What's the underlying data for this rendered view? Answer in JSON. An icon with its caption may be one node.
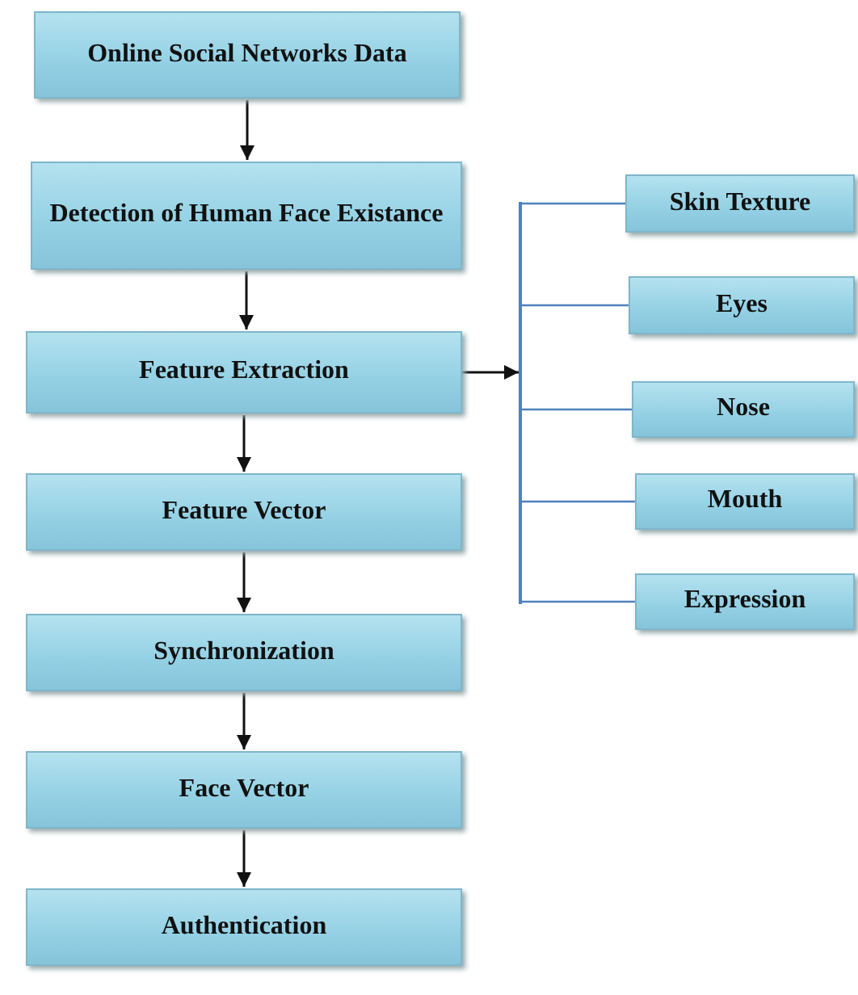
{
  "diagram": {
    "nodes": [
      {
        "text": [
          "Online Social Networks Data"
        ]
      },
      {
        "text": [
          "Detection of Human Face Existance"
        ]
      },
      {
        "text": [
          "Feature Extraction"
        ]
      },
      {
        "text": [
          "Feature Vector"
        ]
      },
      {
        "text": [
          "Synchronization"
        ]
      },
      {
        "text": [
          "Face Vector"
        ]
      },
      {
        "text": [
          "Authentication"
        ]
      },
      {
        "text": [
          "Skin Texture"
        ]
      },
      {
        "text": [
          "Eyes"
        ]
      },
      {
        "text": [
          "Nose"
        ]
      },
      {
        "text": [
          "Mouth"
        ]
      },
      {
        "text": [
          "Expression"
        ]
      },
      {
        "text": [],
        "shape": "bar"
      }
    ],
    "edges": [
      {
        "from": 0,
        "to": 1,
        "arrow": "to"
      },
      {
        "from": 1,
        "to": 2,
        "arrow": "to"
      },
      {
        "from": 2,
        "to": 3,
        "arrow": "to"
      },
      {
        "from": 3,
        "to": 4,
        "arrow": "to"
      },
      {
        "from": 4,
        "to": 5,
        "arrow": "to"
      },
      {
        "from": 5,
        "to": 6,
        "arrow": "to"
      },
      {
        "from": 2,
        "to": 12,
        "arrow": "to"
      },
      {
        "from": 12,
        "to": 7,
        "arrow": "none",
        "color": "#4f81bd"
      },
      {
        "from": 12,
        "to": 8,
        "arrow": "none",
        "color": "#4f81bd"
      },
      {
        "from": 12,
        "to": 9,
        "arrow": "none",
        "color": "#4f81bd"
      },
      {
        "from": 12,
        "to": 10,
        "arrow": "none",
        "color": "#4f81bd"
      },
      {
        "from": 12,
        "to": 11,
        "arrow": "none",
        "color": "#4f81bd"
      }
    ]
  }
}
